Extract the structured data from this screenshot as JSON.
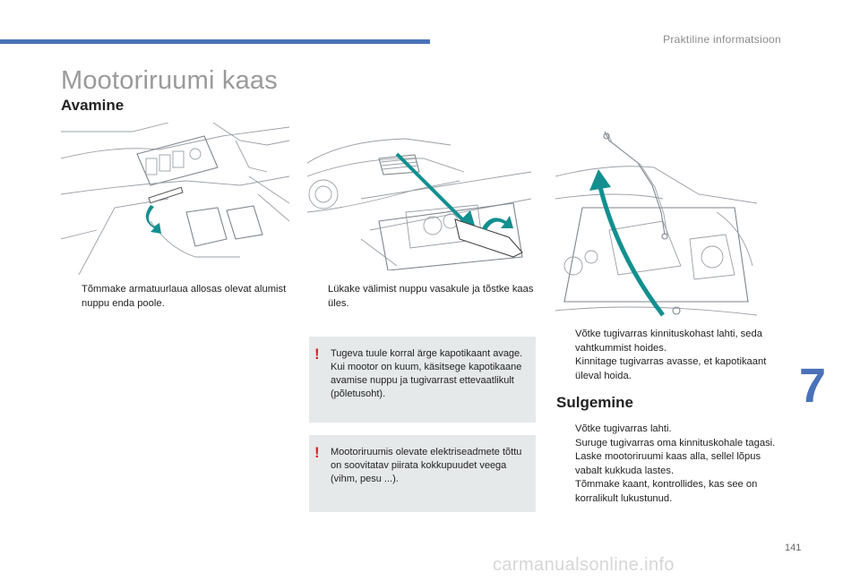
{
  "header": {
    "section": "Praktiline informatsioon"
  },
  "page": {
    "title": "Mootoriruumi kaas",
    "number": "141",
    "chapter": "7"
  },
  "opening": {
    "heading": "Avamine",
    "step1": "Tõmmake armatuurlaua allosas olevat alumist nuppu enda poole.",
    "step2": "Lükake välimist nuppu vasakule ja tõstke kaas üles.",
    "warning1": {
      "line1": "Tugeva tuule korral ärge kapotikaant avage.",
      "line2": "Kui mootor on kuum, käsitsege kapotikaane avamise nuppu ja tugivarrast ettevaatlikult (põletusoht)."
    },
    "warning2": "Mootoriruumis olevate elektriseadmete tõttu on soovitatav piirata kokkupuudet veega (vihm, pesu ...).",
    "step3": "Võtke tugivarras kinnituskohast lahti, seda vahtkummist hoides.",
    "step4": "Kinnitage tugivarras avasse, et kapotikaant üleval hoida."
  },
  "closing": {
    "heading": "Sulgemine",
    "steps": [
      "Võtke tugivarras lahti.",
      "Suruge tugivarras oma kinnituskohale tagasi.",
      "Laske mootoriruumi kaas alla, sellel lõpus vabalt kukkuda lastes.",
      "Tõmmake kaant, kontrollides, kas see on korralikult lukustunud."
    ]
  },
  "bullet_glyph": "",
  "warning_glyph": "!",
  "footer": "carmanualsonline.info",
  "colors": {
    "accent": "#4a72b8",
    "teal": "#138f8f",
    "warning": "#d6252b",
    "box_bg": "#e6e9ea"
  }
}
